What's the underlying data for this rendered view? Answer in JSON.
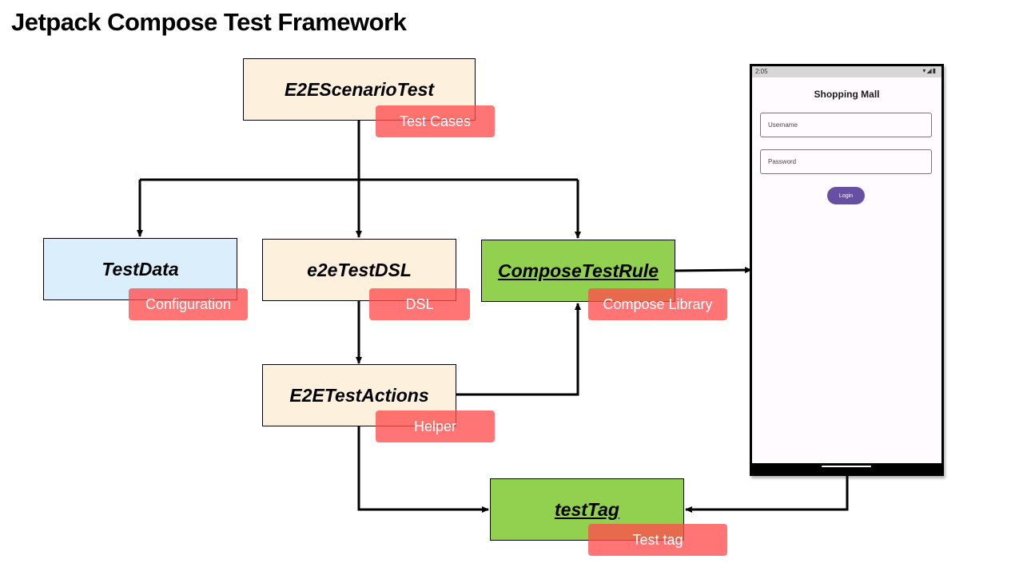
{
  "title": "Jetpack Compose Test Framework",
  "boxes": {
    "e2e_scenario_test": "E2EScenarioTest",
    "test_data": "TestData",
    "e2e_test_dsl": "e2eTestDSL",
    "compose_test_rule": "ComposeTestRule",
    "e2e_test_actions": "E2ETestActions",
    "test_tag": "testTag"
  },
  "tags": {
    "test_cases": "Test Cases",
    "configuration": "Configuration",
    "dsl": "DSL",
    "compose_library": "Compose Library",
    "helper": "Helper",
    "test_tag": "Test tag"
  },
  "phone": {
    "time": "2:05",
    "status_icons": "▾◢▮",
    "app_title": "Shopping Mall",
    "username_placeholder": "Username",
    "password_placeholder": "Password",
    "login_label": "Login"
  },
  "colors": {
    "cream": "#fdf0dc",
    "light_blue": "#dbeefb",
    "green": "#92d050",
    "tag_red": "#ff4d4d",
    "login_purple": "#6750a4"
  }
}
